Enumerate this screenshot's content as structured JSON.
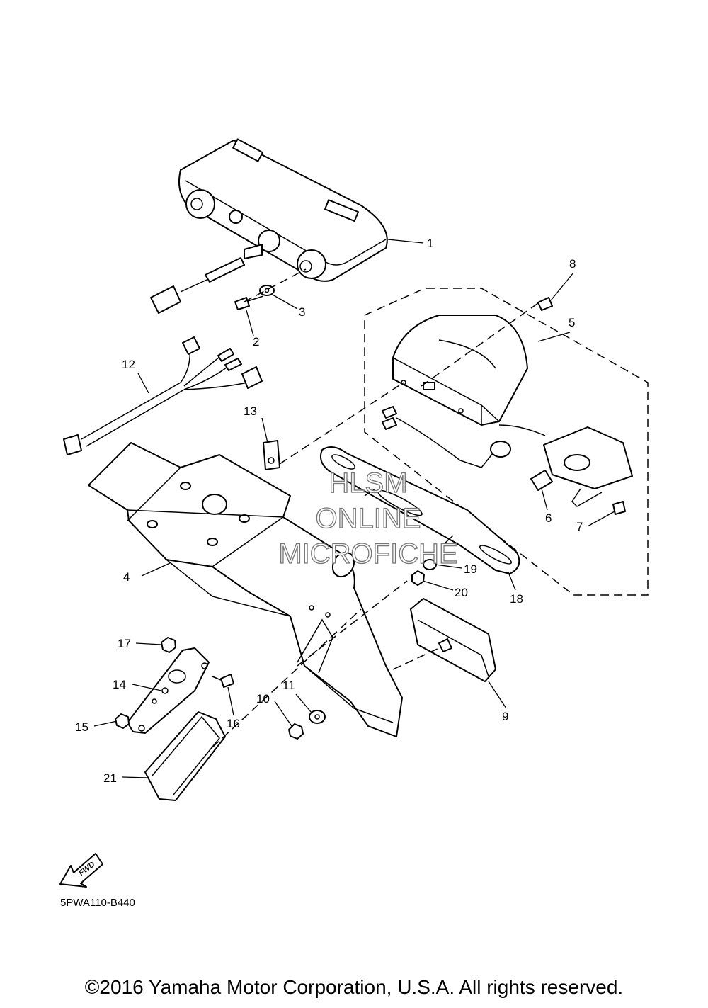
{
  "watermark": {
    "line1": "HLSM",
    "line2": "ONLINE",
    "line3": "MICROFICHE"
  },
  "diagram_code": "5PWA110-B440",
  "fwd_label": "FWD",
  "copyright": "©2016 Yamaha Motor Corporation, U.S.A. All rights reserved.",
  "callouts": [
    "1",
    "2",
    "3",
    "4",
    "5",
    "6",
    "7",
    "8",
    "9",
    "10",
    "11",
    "12",
    "13",
    "14",
    "15",
    "16",
    "17",
    "18",
    "19",
    "20",
    "21"
  ]
}
